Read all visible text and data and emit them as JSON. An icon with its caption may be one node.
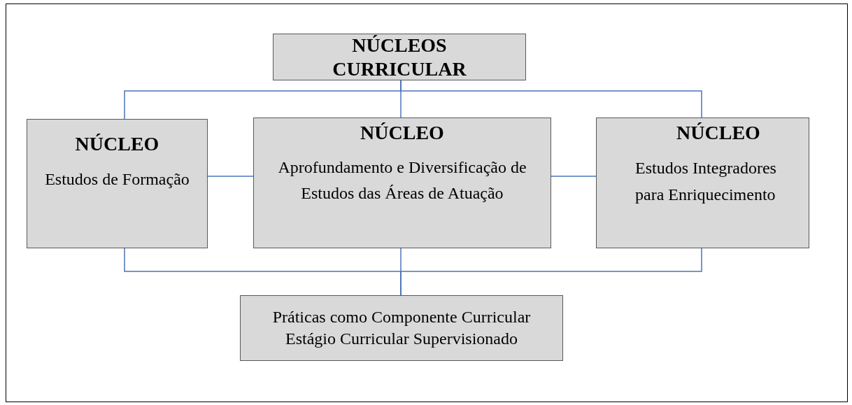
{
  "diagram": {
    "nodes": [
      {
        "text": [
          "NÚCLEOS CURRICULAR"
        ]
      },
      {
        "text": [
          "NÚCLEO",
          "Estudos de Formação"
        ]
      },
      {
        "text": [
          "NÚCLEO",
          "Aprofundamento e Diversificação de Estudos das Áreas de Atuação"
        ]
      },
      {
        "text": [
          "NÚCLEO",
          "Estudos Integradores para Enriquecimento"
        ]
      },
      {
        "text": [
          "Práticas como Componente Curricular Estágio Curricular Supervisionado"
        ]
      }
    ],
    "edges": [
      {
        "from": 0,
        "to": 1,
        "arrow": "none"
      },
      {
        "from": 0,
        "to": 2,
        "arrow": "none"
      },
      {
        "from": 0,
        "to": 3,
        "arrow": "none"
      },
      {
        "from": 1,
        "to": 2,
        "arrow": "none"
      },
      {
        "from": 2,
        "to": 3,
        "arrow": "none"
      },
      {
        "from": 1,
        "to": 4,
        "arrow": "none"
      },
      {
        "from": 2,
        "to": 4,
        "arrow": "none"
      },
      {
        "from": 3,
        "to": 4,
        "arrow": "none"
      }
    ]
  }
}
